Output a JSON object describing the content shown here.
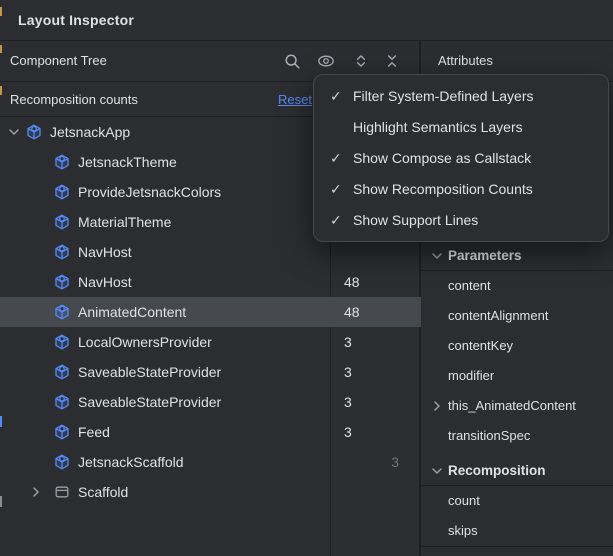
{
  "window": {
    "title": "Layout Inspector"
  },
  "component_tree": {
    "title": "Component Tree",
    "toolbar_icons": [
      "search-icon",
      "view-options-eye-icon",
      "expand-all-icon",
      "collapse-all-icon"
    ],
    "recomposition_bar": {
      "label": "Recomposition counts",
      "reset_label": "Reset"
    },
    "nodes": [
      {
        "label": "JetsnackApp",
        "depth": 0,
        "expander": "down",
        "icon": "compose",
        "count": ""
      },
      {
        "label": "JetsnackTheme",
        "depth": 1,
        "expander": "",
        "icon": "compose",
        "count": ""
      },
      {
        "label": "ProvideJetsnackColors",
        "depth": 1,
        "expander": "",
        "icon": "compose",
        "count": ""
      },
      {
        "label": "MaterialTheme",
        "depth": 1,
        "expander": "",
        "icon": "compose",
        "count": ""
      },
      {
        "label": "NavHost",
        "depth": 1,
        "expander": "",
        "icon": "compose",
        "count": ""
      },
      {
        "label": "NavHost",
        "depth": 1,
        "expander": "",
        "icon": "compose",
        "count": "48"
      },
      {
        "label": "AnimatedContent",
        "depth": 1,
        "expander": "",
        "icon": "compose",
        "count": "48",
        "selected": true
      },
      {
        "label": "LocalOwnersProvider",
        "depth": 1,
        "expander": "",
        "icon": "compose",
        "count": "3"
      },
      {
        "label": "SaveableStateProvider",
        "depth": 1,
        "expander": "",
        "icon": "compose",
        "count": "3"
      },
      {
        "label": "SaveableStateProvider",
        "depth": 1,
        "expander": "",
        "icon": "compose",
        "count": "3"
      },
      {
        "label": "Feed",
        "depth": 1,
        "expander": "",
        "icon": "compose",
        "count": "3"
      },
      {
        "label": "JetsnackScaffold",
        "depth": 1,
        "expander": "",
        "icon": "compose",
        "count": "3",
        "count_muted": true
      },
      {
        "label": "Scaffold",
        "depth": 1,
        "expander": "right",
        "icon": "scaffold",
        "count": ""
      }
    ]
  },
  "context_menu": {
    "items": [
      {
        "label": "Filter System-Defined Layers",
        "checked": true
      },
      {
        "label": "Highlight Semantics Layers",
        "checked": false
      },
      {
        "label": "Show Compose as Callstack",
        "checked": true
      },
      {
        "label": "Show Recomposition Counts",
        "checked": true
      },
      {
        "label": "Show Support Lines",
        "checked": true
      }
    ],
    "check_glyph": "✓"
  },
  "attributes": {
    "title": "Attributes",
    "sections": [
      {
        "label": "Parameters",
        "expanded": true,
        "items": [
          {
            "label": "content"
          },
          {
            "label": "contentAlignment"
          },
          {
            "label": "contentKey"
          },
          {
            "label": "modifier"
          },
          {
            "label": "this_AnimatedContent",
            "expandable": true
          },
          {
            "label": "transitionSpec"
          }
        ]
      },
      {
        "label": "Recomposition",
        "expanded": true,
        "items": [
          {
            "label": "count"
          },
          {
            "label": "skips"
          }
        ]
      }
    ]
  },
  "colors": {
    "background": "#2b2d30",
    "divider": "#1e1f22",
    "selection": "#45484c",
    "text": "#dfe1e5",
    "muted_text": "#70747b",
    "accent_blue": "#548af7",
    "menu_border": "#46484b"
  }
}
